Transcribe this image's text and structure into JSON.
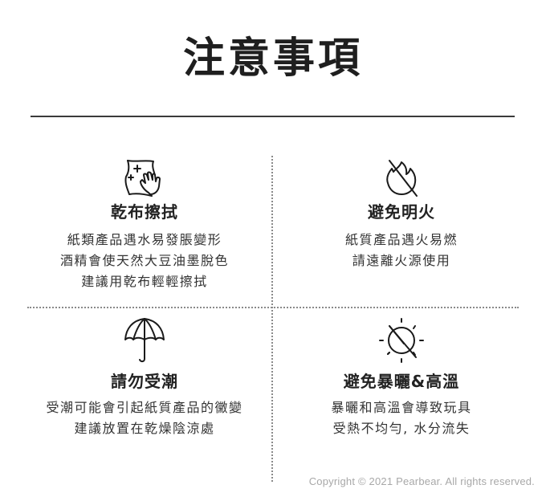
{
  "page": {
    "title": "注意事項",
    "copyright": "Copyright © 2021 Pearbear. All rights reserved."
  },
  "notices": [
    {
      "icon": "cloth-wipe-icon",
      "title": "乾布擦拭",
      "lines": [
        "紙類產品遇水易發脹變形",
        "酒精會使天然大豆油墨脫色",
        "建議用乾布輕輕擦拭"
      ]
    },
    {
      "icon": "no-fire-icon",
      "title": "避免明火",
      "lines": [
        "紙質產品遇火易燃",
        "請遠離火源使用"
      ]
    },
    {
      "icon": "umbrella-icon",
      "title": "請勿受潮",
      "lines": [
        "受潮可能會引起紙質產品的黴變",
        "建議放置在乾燥陰涼處"
      ]
    },
    {
      "icon": "no-sun-icon",
      "title": "避免暴曬&高溫",
      "lines": [
        "暴曬和高溫會導致玩具",
        "受熱不均勻, 水分流失"
      ]
    }
  ],
  "colors": {
    "text": "#222222",
    "rule": "#3a3a3a",
    "dash": "#8a8a8a",
    "copyright": "#a8a8a8"
  }
}
